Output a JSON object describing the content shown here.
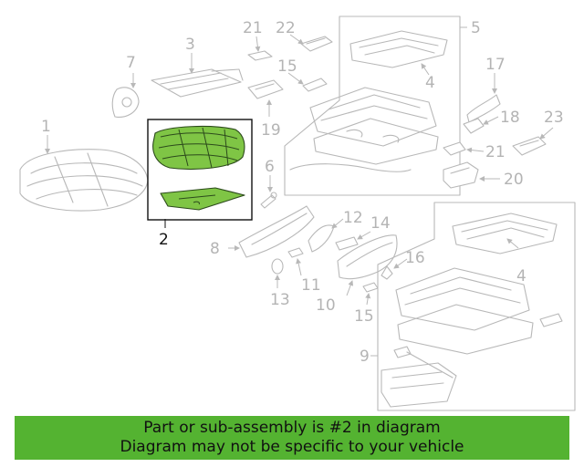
{
  "diagram": {
    "highlighted_part": "2",
    "highlight_color": "#7fc545",
    "callouts": [
      "1",
      "2",
      "3",
      "4",
      "4",
      "5",
      "6",
      "7",
      "8",
      "9",
      "10",
      "11",
      "12",
      "13",
      "14",
      "15",
      "15",
      "16",
      "17",
      "18",
      "19",
      "20",
      "21",
      "21",
      "22",
      "23"
    ]
  },
  "banner": {
    "line1": "Part or sub-assembly is #2 in diagram",
    "line2": "Diagram may not be specific to your vehicle",
    "background": "#54b331"
  }
}
